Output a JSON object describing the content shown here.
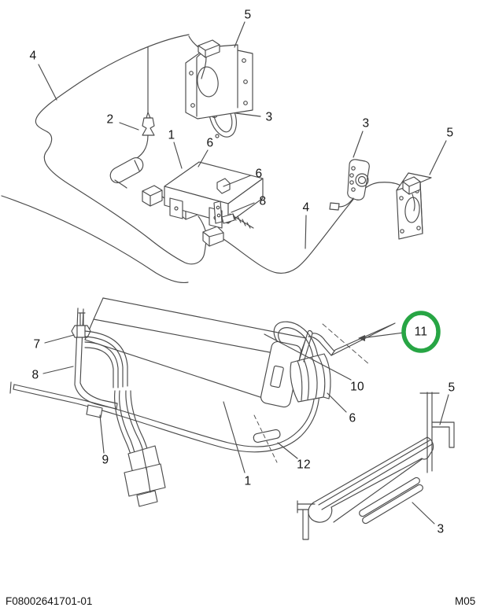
{
  "doc": {
    "footer_left": "F08002641701-01",
    "footer_right": "M05",
    "line_color": "#4a4a4a",
    "label_color": "#141414",
    "highlight_color": "#27a544",
    "background": "#ffffff"
  },
  "top_view": {
    "callouts": [
      {
        "label": "5"
      },
      {
        "label": "4"
      },
      {
        "label": "2"
      },
      {
        "label": "1"
      },
      {
        "label": "6"
      },
      {
        "label": "3"
      },
      {
        "label": "6"
      },
      {
        "label": "8"
      },
      {
        "label": "3"
      },
      {
        "label": "5"
      },
      {
        "label": "4"
      }
    ]
  },
  "bottom_view": {
    "callouts": [
      {
        "label": "7"
      },
      {
        "label": "8"
      },
      {
        "label": "9"
      },
      {
        "label": "1"
      },
      {
        "label": "12"
      },
      {
        "label": "10"
      },
      {
        "label": "6"
      },
      {
        "label": "5"
      },
      {
        "label": "3"
      }
    ],
    "highlighted_callout": {
      "label": "11"
    }
  }
}
